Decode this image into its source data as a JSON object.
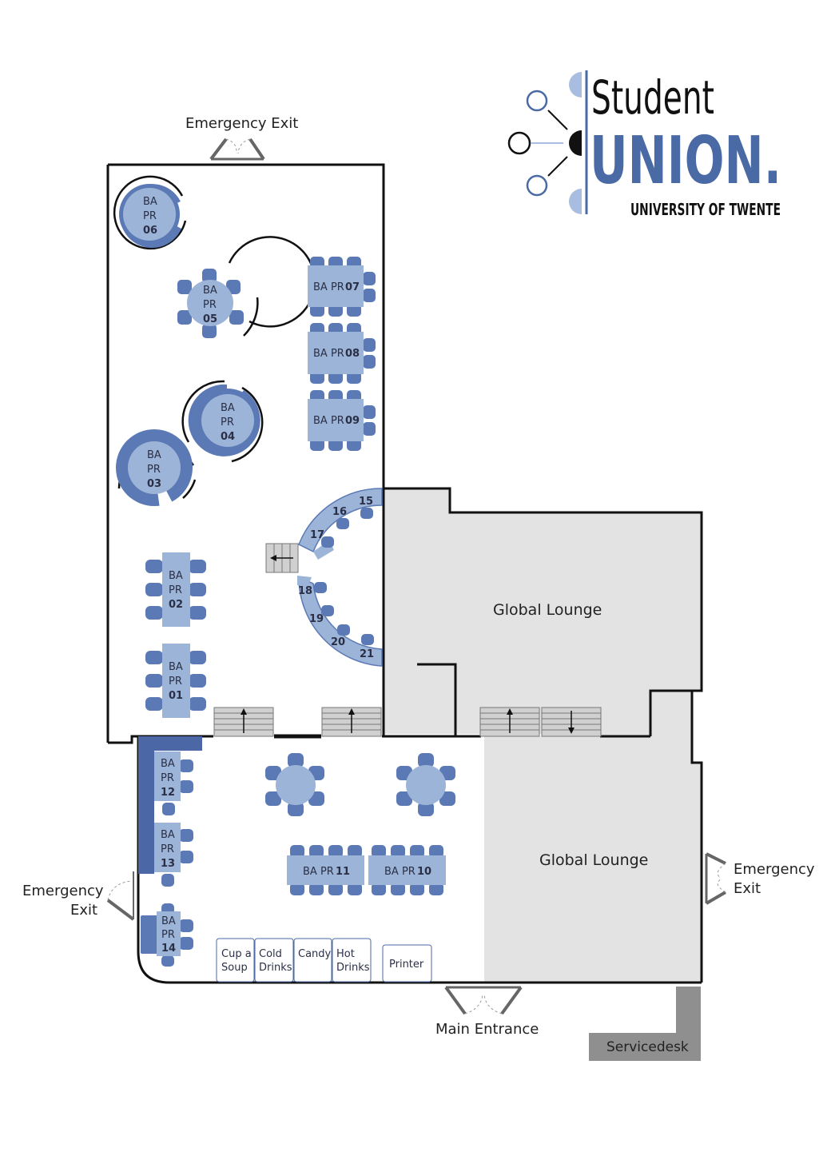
{
  "logo": {
    "word1": "Student",
    "word2": "UNION.",
    "word3": "UNIVERSITY OF TWENTE",
    "colors": {
      "blue": "#4a6aa5",
      "light_blue": "#a9bde0",
      "black": "#111111"
    }
  },
  "exits": {
    "top": "Emergency Exit",
    "left_line1": "Emergency",
    "left_line2": "Exit",
    "right_line1": "Emergency",
    "right_line2": "Exit",
    "main": "Main Entrance"
  },
  "servicedesk": "Servicedesk",
  "lounges": {
    "upper": "Global Lounge",
    "lower": "Global Lounge"
  },
  "tables": {
    "t01": {
      "a": "BA",
      "b": "PR",
      "n": "01"
    },
    "t02": {
      "a": "BA",
      "b": "PR",
      "n": "02"
    },
    "t03": {
      "a": "BA",
      "b": "PR",
      "n": "03"
    },
    "t04": {
      "a": "BA",
      "b": "PR",
      "n": "04"
    },
    "t05": {
      "a": "BA",
      "b": "PR",
      "n": "05"
    },
    "t06": {
      "a": "BA",
      "b": "PR",
      "n": "06"
    },
    "t07": {
      "a": "BA PR",
      "n": "07"
    },
    "t08": {
      "a": "BA PR",
      "n": "08"
    },
    "t09": {
      "a": "BA PR",
      "n": "09"
    },
    "t10": {
      "a": "BA PR",
      "n": "10"
    },
    "t11": {
      "a": "BA PR",
      "n": "11"
    },
    "t12": {
      "a": "BA",
      "b": "PR",
      "n": "12"
    },
    "t13": {
      "a": "BA",
      "b": "PR",
      "n": "13"
    },
    "t14": {
      "a": "BA",
      "b": "PR",
      "n": "14"
    }
  },
  "bar_seats": [
    "15",
    "16",
    "17",
    "18",
    "19",
    "20",
    "21"
  ],
  "machines": {
    "cup_soup": [
      "Cup a",
      "Soup"
    ],
    "cold_drinks": [
      "Cold",
      "Drinks"
    ],
    "candy": [
      "Candy"
    ],
    "hot_drinks": [
      "Hot",
      "Drinks"
    ],
    "printer": [
      "Printer"
    ]
  },
  "colors": {
    "chair": "#5b79b5",
    "table": "#9db4d9",
    "lounge": "#e3e3e3",
    "wall": "#111111",
    "stairs": "#8a8a8a",
    "servicedesk": "#8f8f8f"
  }
}
